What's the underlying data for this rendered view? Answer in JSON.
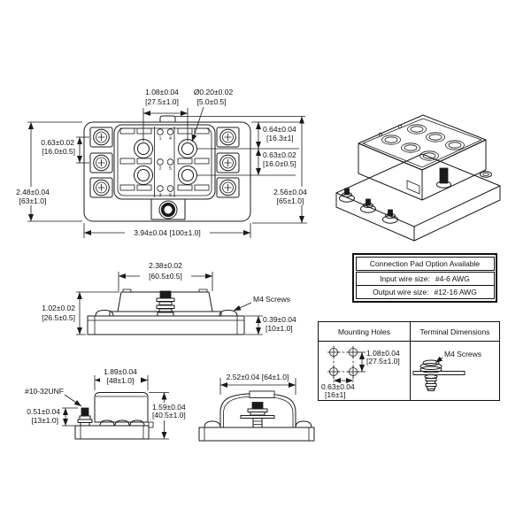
{
  "front_view": {
    "dim_fuse_col_pitch_in": "1.08±0.04",
    "dim_fuse_col_pitch_mm": "[27.5±1.0]",
    "dim_mount_hole_dia_in": "Ø0.20±0.02",
    "dim_mount_hole_dia_mm": "[5.0±0.5]",
    "dim_screw_row_pitch_in": "0.63±0.02",
    "dim_screw_row_pitch_mm": "[16.0±0.5]",
    "dim_body_height_in": "2.48±0.04",
    "dim_body_height_mm": "[63±1.0]",
    "dim_top_to_hole_in": "0.64±0.04",
    "dim_top_to_hole_mm": "[16.3±1]",
    "dim_hole_row_pitch_in": "0.63±0.02",
    "dim_hole_row_pitch_mm": "[16.0±0.5]",
    "dim_overall_height_in": "2.56±0.04",
    "dim_overall_height_mm": "[65±1.0]",
    "dim_overall_width": "3.94±0.04 [100±1.0]",
    "fuse_positions": [
      "1",
      "2",
      "3",
      "4",
      "5",
      "6"
    ]
  },
  "side_view": {
    "dim_cover_width_in": "2.38±0.02",
    "dim_cover_width_mm": "[60.5±0.5]",
    "dim_overall_height_in": "1.02±0.02",
    "dim_overall_height_mm": "[26.5±0.5]",
    "m4_label": "M4 Screws",
    "dim_base_height_in": "0.39±0.04",
    "dim_base_height_mm": "[10±1.0]"
  },
  "end_view_left": {
    "dim_cover_width_in": "1.89±0.04",
    "dim_cover_width_mm": "[48±1.0]",
    "stud_thread_label": "#10-32UNF",
    "dim_stud_height_in": "0.51±0.04",
    "dim_stud_height_mm": "[13±1.0]",
    "dim_height_in": "1.59±0.04",
    "dim_height_mm": "[40.5±1.0]"
  },
  "end_view_front": {
    "dim_overall_width": "2.52±0.04 [64±1.0]"
  },
  "connection_table": {
    "header": "Connection Pad Option Available",
    "input_label": "Input wire size:",
    "input_value": "#4-6 AWG",
    "output_label": "Output wire size:",
    "output_value": "#12-16 AWG"
  },
  "spec_table": {
    "mounting_header": "Mounting Holes",
    "terminal_header": "Terminal Dimensions",
    "dim_hole_pitch_v_in": "1.08±0.04",
    "dim_hole_pitch_v_mm": "[27.5±1.0]",
    "dim_hole_pitch_h_in": "0.63±0.04",
    "dim_hole_pitch_h_mm": "[16±1]",
    "m4_label": "M4 Screws"
  }
}
